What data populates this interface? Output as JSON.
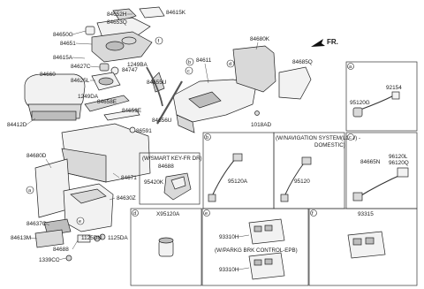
{
  "direction_label": "FR.",
  "parts": {
    "p84652H": "84652H",
    "p84615K": "84615K",
    "p84653Q": "84653Q",
    "p84650G": "84650G",
    "p84651": "84651",
    "p84615A": "84615A",
    "p1249BA": "1249BA",
    "p84627C": "84627C",
    "p84747": "84747",
    "p84660": "84660",
    "p84625L": "84625L",
    "p84655U": "84655U",
    "p1249DA": "1249DA",
    "p84658E": "84658E",
    "p84659E": "84659E",
    "p84412D": "84412D",
    "p86591": "86591",
    "p84611": "84611",
    "p84680K": "84680K",
    "p84685Q": "84685Q",
    "p84656U": "84656U",
    "p1018AD": "1018AD",
    "p84680D": "84680D",
    "p84671": "84671",
    "p84630Z": "84630Z",
    "p84637C": "84637C",
    "p84613M": "84613M",
    "p1125DN": "1125DN",
    "p1125DA": "1125DA",
    "p84688": "84688",
    "p1339CC": "1339CC"
  },
  "callouts": {
    "a": "a",
    "b": "b",
    "c": "c",
    "d": "d",
    "e": "e",
    "f": "f"
  },
  "smart_key": {
    "header": "(W/SMART KEY-FR DR)",
    "p84688": "84688",
    "p95420K": "95420K"
  },
  "panel_a": {
    "tag": "a",
    "p92154": "92154",
    "p95120G": "95120G"
  },
  "panel_b": {
    "tag": "b",
    "p95120A": "95120A"
  },
  "panel_b2": {
    "header_line1": "(W/NAVIGATION SYSTEM(LOW) -",
    "header_line2": "DOMESTIC)",
    "p95120": "95120"
  },
  "panel_c": {
    "tag": "c",
    "p84665N": "84665N",
    "p96120L": "96120L",
    "p96120Q": "96120Q"
  },
  "panel_d": {
    "tag": "d",
    "title": "X95120A"
  },
  "panel_e": {
    "tag": "e",
    "p93310H_a": "93310H",
    "header": "(W/PARKG BRK CONTROL-EPB)",
    "p93310H_b": "93310H"
  },
  "panel_f": {
    "tag": "f",
    "title": "93315"
  }
}
